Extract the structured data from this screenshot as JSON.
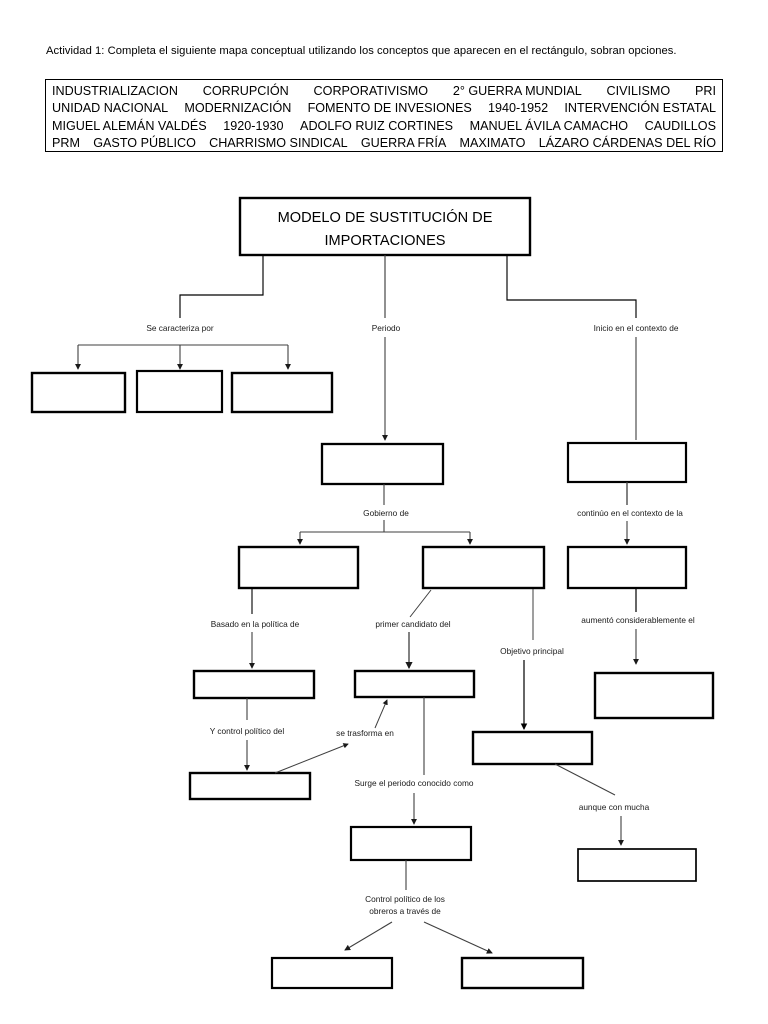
{
  "instruction": "Actividad 1:  Completa el siguiente mapa conceptual utilizando los conceptos que aparecen en el rectángulo, sobran opciones.",
  "word_bank": {
    "rows": [
      [
        "INDUSTRIALIZACION",
        "CORRUPCIÓN",
        "CORPORATIVISMO",
        "2° GUERRA MUNDIAL",
        "CIVILISMO",
        "PRI"
      ],
      [
        "UNIDAD NACIONAL",
        "MODERNIZACIÓN",
        "FOMENTO DE INVESIONES",
        "1940-1952",
        "INTERVENCIÓN ESTATAL"
      ],
      [
        "MIGUEL ALEMÁN VALDÉS",
        "1920-1930",
        "ADOLFO RUIZ CORTINES",
        "MANUEL ÁVILA CAMACHO",
        "CAUDILLOS"
      ],
      [
        "PRM",
        "GASTO PÚBLICO",
        "CHARRISMO SINDICAL",
        "GUERRA FRÍA",
        "MAXIMATO",
        "LÁZARO CÁRDENAS DEL RÍO"
      ]
    ]
  },
  "map": {
    "title_line1": "MODELO DE SUSTITUCIÓN DE",
    "title_line2": "IMPORTACIONES",
    "connector_labels": {
      "se_caracteriza_por": "Se caracteriza por",
      "periodo": "Periodo",
      "inicio_en_el_contexto_de": "Inicio en el contexto de",
      "gobierno_de": "Gobierno de",
      "continuo_en_el_contexto_de_la": "continúo en el contexto de la",
      "basado_en_la_politica_de": "Basado en la política de",
      "primer_candidato_del": "primer candidato del",
      "objetivo_principal": "Objetivo principal",
      "aumento_considerablemente_el": "aumentó considerablemente el",
      "y_control_politico_del": "Y control político del",
      "se_trasforma_en": "se trasforma en",
      "surge_el_periodo_conocido_como": "Surge el periodo conocido como",
      "aunque_con_mucha": "aunque con mucha",
      "control_politico_line1": "Control político de los",
      "control_politico_line2": "obreros a través de"
    },
    "answer_boxes": [
      {
        "id": "box-caract-1",
        "value": ""
      },
      {
        "id": "box-caract-2",
        "value": ""
      },
      {
        "id": "box-caract-3",
        "value": ""
      },
      {
        "id": "box-periodo",
        "value": ""
      },
      {
        "id": "box-inicio",
        "value": ""
      },
      {
        "id": "box-gobierno-left",
        "value": ""
      },
      {
        "id": "box-gobierno-right",
        "value": ""
      },
      {
        "id": "box-continuo",
        "value": ""
      },
      {
        "id": "box-basado",
        "value": ""
      },
      {
        "id": "box-candidato",
        "value": ""
      },
      {
        "id": "box-aumento",
        "value": ""
      },
      {
        "id": "box-objetivo",
        "value": ""
      },
      {
        "id": "box-control-politico",
        "value": ""
      },
      {
        "id": "box-surge",
        "value": ""
      },
      {
        "id": "box-aunque",
        "value": ""
      },
      {
        "id": "box-obreros-left",
        "value": ""
      },
      {
        "id": "box-obreros-right",
        "value": ""
      }
    ]
  },
  "colors": {
    "ink": "#000000",
    "line": "#3f3f3f",
    "paper": "#ffffff"
  }
}
